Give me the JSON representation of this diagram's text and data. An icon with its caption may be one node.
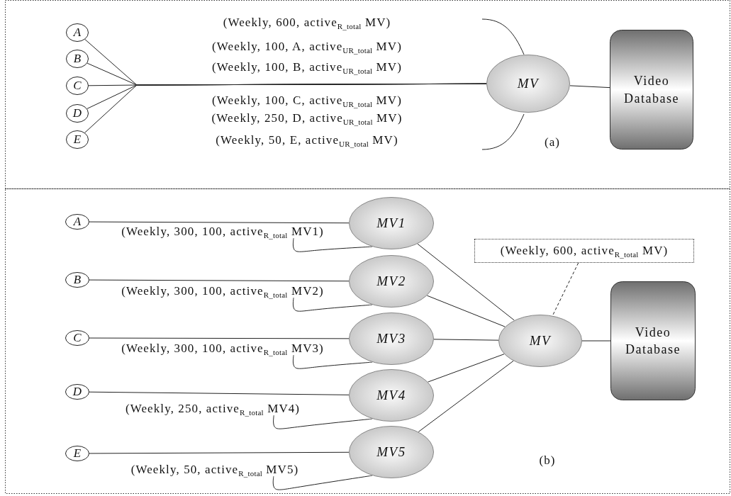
{
  "diagram": {
    "nodes": [
      {
        "text": [
          "A"
        ]
      },
      {
        "text": [
          "B"
        ]
      },
      {
        "text": [
          "C"
        ]
      },
      {
        "text": [
          "D"
        ]
      },
      {
        "text": [
          "E"
        ]
      },
      {
        "text": [
          "MV"
        ]
      },
      {
        "text": [
          "Video Database"
        ]
      },
      {
        "text": [
          "A"
        ]
      },
      {
        "text": [
          "B"
        ]
      },
      {
        "text": [
          "C"
        ]
      },
      {
        "text": [
          "D"
        ]
      },
      {
        "text": [
          "E"
        ]
      },
      {
        "text": [
          "MV1"
        ]
      },
      {
        "text": [
          "MV2"
        ]
      },
      {
        "text": [
          "MV3"
        ]
      },
      {
        "text": [
          "MV4"
        ]
      },
      {
        "text": [
          "MV5"
        ]
      },
      {
        "text": [
          "MV"
        ]
      },
      {
        "text": [
          "Video Database"
        ]
      },
      {
        "text": [
          "(Weekly, 600, active$_{R_total}$ MV)"
        ]
      },
      {
        "text": [
          "(Weekly, 300, 100, active$_{R_total}$ MV1)"
        ]
      },
      {
        "text": [
          "(Weekly, 300, 100, active$_{R_total}$ MV2)"
        ]
      },
      {
        "text": [
          "(Weekly, 300, 100, active$_{R_total}$ MV3)"
        ]
      },
      {
        "text": [
          "(Weekly, 250, active$_{R_total}$ MV4)"
        ]
      },
      {
        "text": [
          "(Weekly, 50, active$_{R_total}$ MV5)"
        ]
      }
    ],
    "edges": [
      {
        "from": 0,
        "to": 5,
        "arrow": "none"
      },
      {
        "from": 1,
        "to": 5,
        "arrow": "none"
      },
      {
        "from": 2,
        "to": 5,
        "arrow": "none"
      },
      {
        "from": 3,
        "to": 5,
        "arrow": "none"
      },
      {
        "from": 4,
        "to": 5,
        "arrow": "none"
      },
      {
        "from": 5,
        "to": 6,
        "arrow": "none"
      },
      {
        "from": 7,
        "to": 12,
        "arrow": "none"
      },
      {
        "from": 8,
        "to": 13,
        "arrow": "none"
      },
      {
        "from": 9,
        "to": 14,
        "arrow": "none"
      },
      {
        "from": 10,
        "to": 15,
        "arrow": "none"
      },
      {
        "from": 11,
        "to": 16,
        "arrow": "none"
      },
      {
        "from": 12,
        "to": 17,
        "arrow": "none"
      },
      {
        "from": 13,
        "to": 17,
        "arrow": "none"
      },
      {
        "from": 14,
        "to": 17,
        "arrow": "none"
      },
      {
        "from": 15,
        "to": 17,
        "arrow": "none"
      },
      {
        "from": 16,
        "to": 17,
        "arrow": "none"
      },
      {
        "from": 17,
        "to": 18,
        "arrow": "none"
      },
      {
        "from": 19,
        "to": 17,
        "arrow": "none",
        "style": "dashed"
      },
      {
        "from": 20,
        "to": 12,
        "arrow": "none"
      },
      {
        "from": 21,
        "to": 13,
        "arrow": "none"
      },
      {
        "from": 22,
        "to": 14,
        "arrow": "none"
      },
      {
        "from": 23,
        "to": 15,
        "arrow": "none"
      },
      {
        "from": 24,
        "to": 16,
        "arrow": "none"
      }
    ],
    "labels": [
      "(Weekly, 600, active$_{R_total}$ MV)",
      "(Weekly, 100, A, active$_{UR_total}$ MV)",
      "(Weekly, 100, B, active$_{UR_total}$ MV)",
      "(Weekly, 100, C, active$_{UR_total}$ MV)",
      "(Weekly, 250, D, active$_{UR_total}$ MV)",
      "(Weekly, 50, E, active$_{UR_total}$ MV)",
      "(a)",
      "(b)"
    ]
  }
}
